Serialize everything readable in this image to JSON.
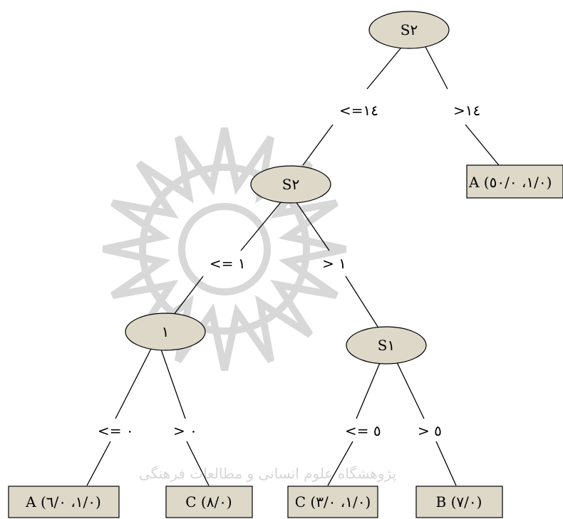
{
  "diagram": {
    "watermark": {
      "emblem": "star-rosette",
      "caption": "پژوهشگاه علوم انسانی و مطالعات فرهنگی"
    },
    "nodes": {
      "root": {
        "label": "S۲"
      },
      "mid": {
        "label": "S۲"
      },
      "left": {
        "label": "۱"
      },
      "right": {
        "label": "S۱"
      }
    },
    "edges": {
      "root_le": "<=۱٤",
      "root_gt": ">۱٤",
      "mid_le": "<= ۱",
      "mid_gt": "> ۱",
      "left_le": "<= ۰",
      "left_gt": "> ۰",
      "right_le": "<= ٥",
      "right_gt": "> ٥"
    },
    "leaves": {
      "root_gt": "A (٥۰/۰ ،۱/۰)",
      "left_le": "A (٦/۰ ،۱/۰)",
      "left_gt": "C (۸/۰)",
      "right_le": "C (۳/۰ ،۱/۰)",
      "right_gt": "B (۷/۰)"
    },
    "colors": {
      "fill": "#ddd8c8",
      "stroke": "#000000",
      "watermark": "#d8d8d8"
    }
  }
}
